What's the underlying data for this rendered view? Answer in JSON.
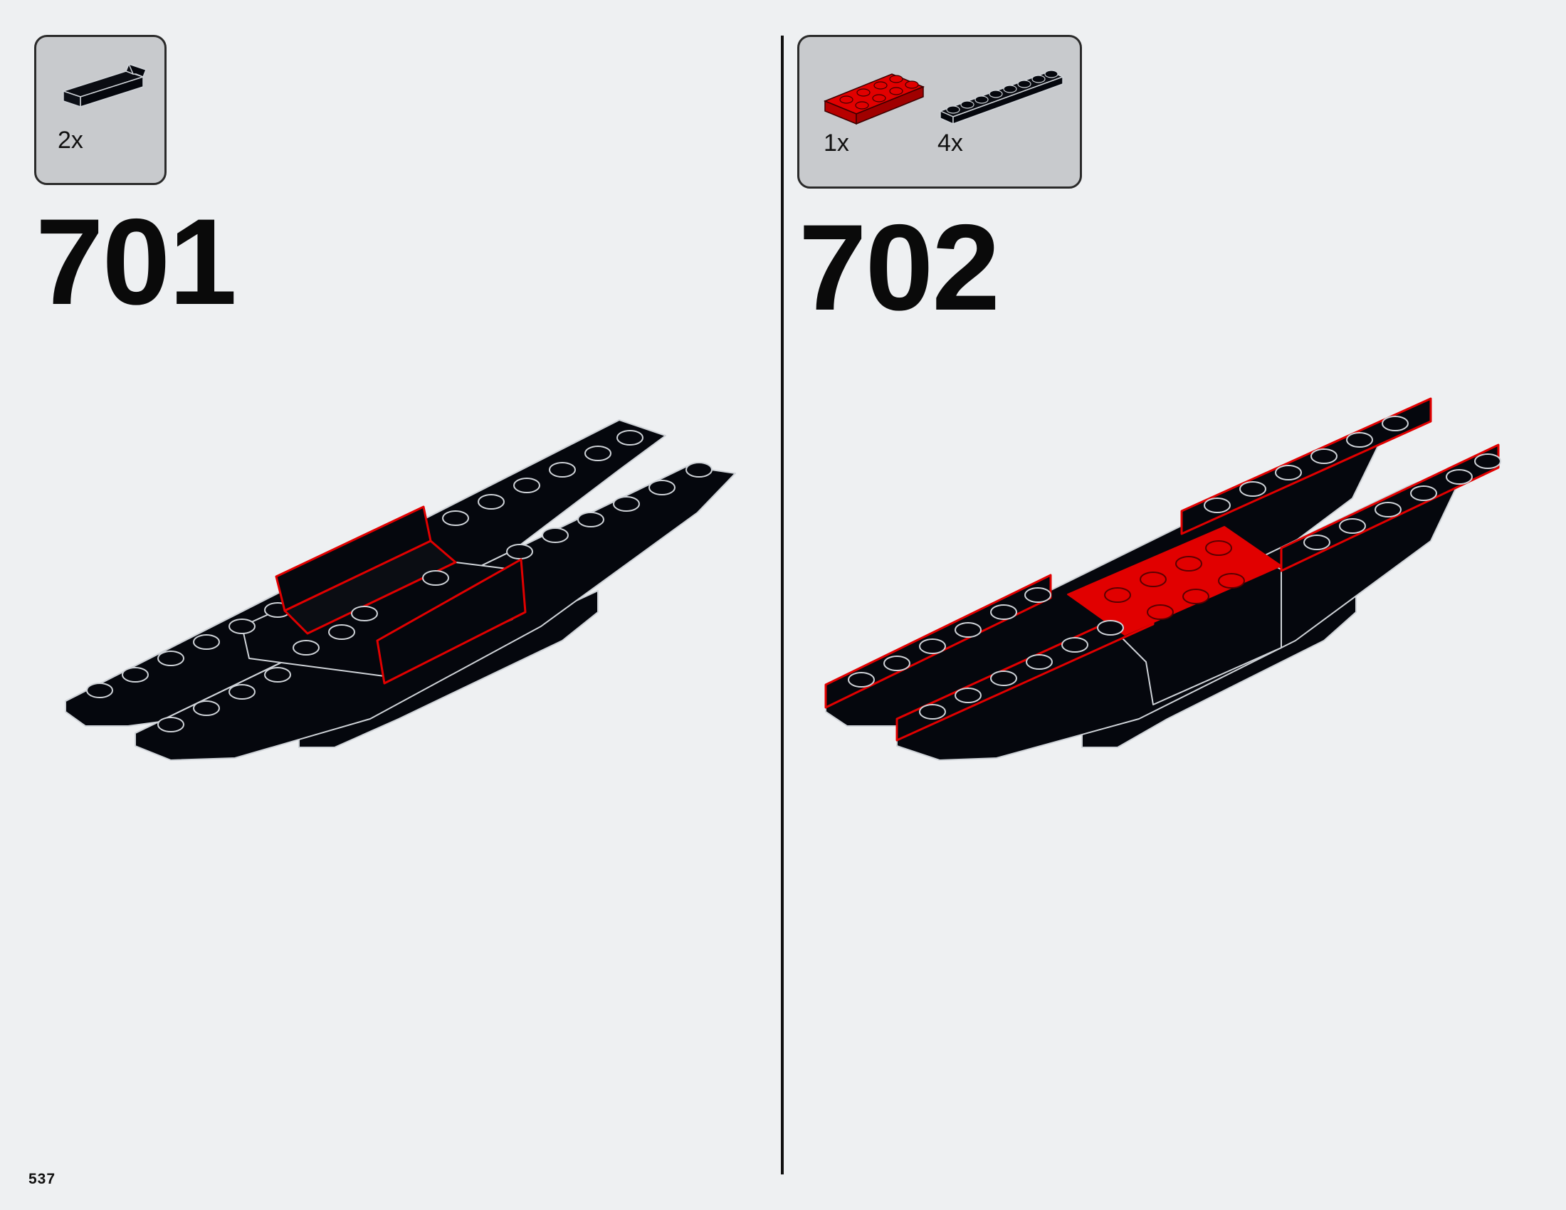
{
  "page": {
    "number": "537"
  },
  "colors": {
    "background": "#eef0f2",
    "callout_bg": "#c8cacd",
    "brick_black": "#05070d",
    "brick_red": "#e10000",
    "outline": "#cfd3d8"
  },
  "steps": [
    {
      "number": "701",
      "parts": [
        {
          "quantity": "2x",
          "part_icon": "black-angle-plate-icon"
        }
      ]
    },
    {
      "number": "702",
      "parts": [
        {
          "quantity": "1x",
          "part_icon": "red-plate-2x4-icon"
        },
        {
          "quantity": "4x",
          "part_icon": "black-plate-1x8-icon"
        }
      ]
    }
  ]
}
